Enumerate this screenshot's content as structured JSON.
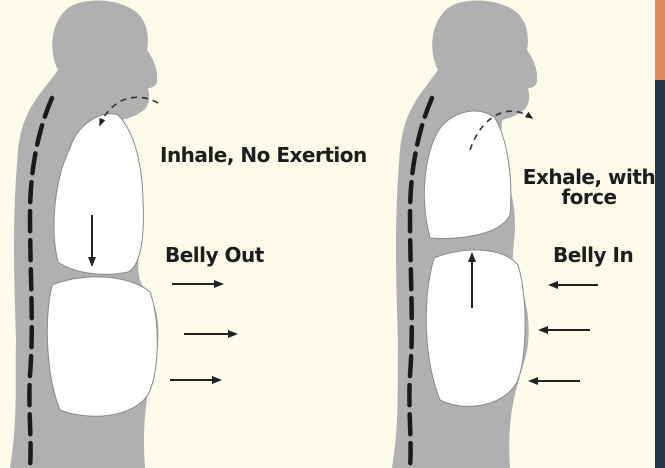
{
  "colors": {
    "background": "#fdfbe9",
    "body": "#b0b0b0",
    "cavity": "#ffffff",
    "spine": "#1a1a1a",
    "arrow": "#222222",
    "accent_orange": "#e0895a",
    "accent_navy": "#26364d"
  },
  "left_figure": {
    "phase_label": "Inhale, No Exertion",
    "belly_label": "Belly Out",
    "diaphragm_arrow": "down",
    "belly_arrows": "outward"
  },
  "right_figure": {
    "phase_label_line1": "Exhale, with",
    "phase_label_line2": "force",
    "belly_label": "Belly In",
    "diaphragm_arrow": "up",
    "belly_arrows": "inward"
  }
}
